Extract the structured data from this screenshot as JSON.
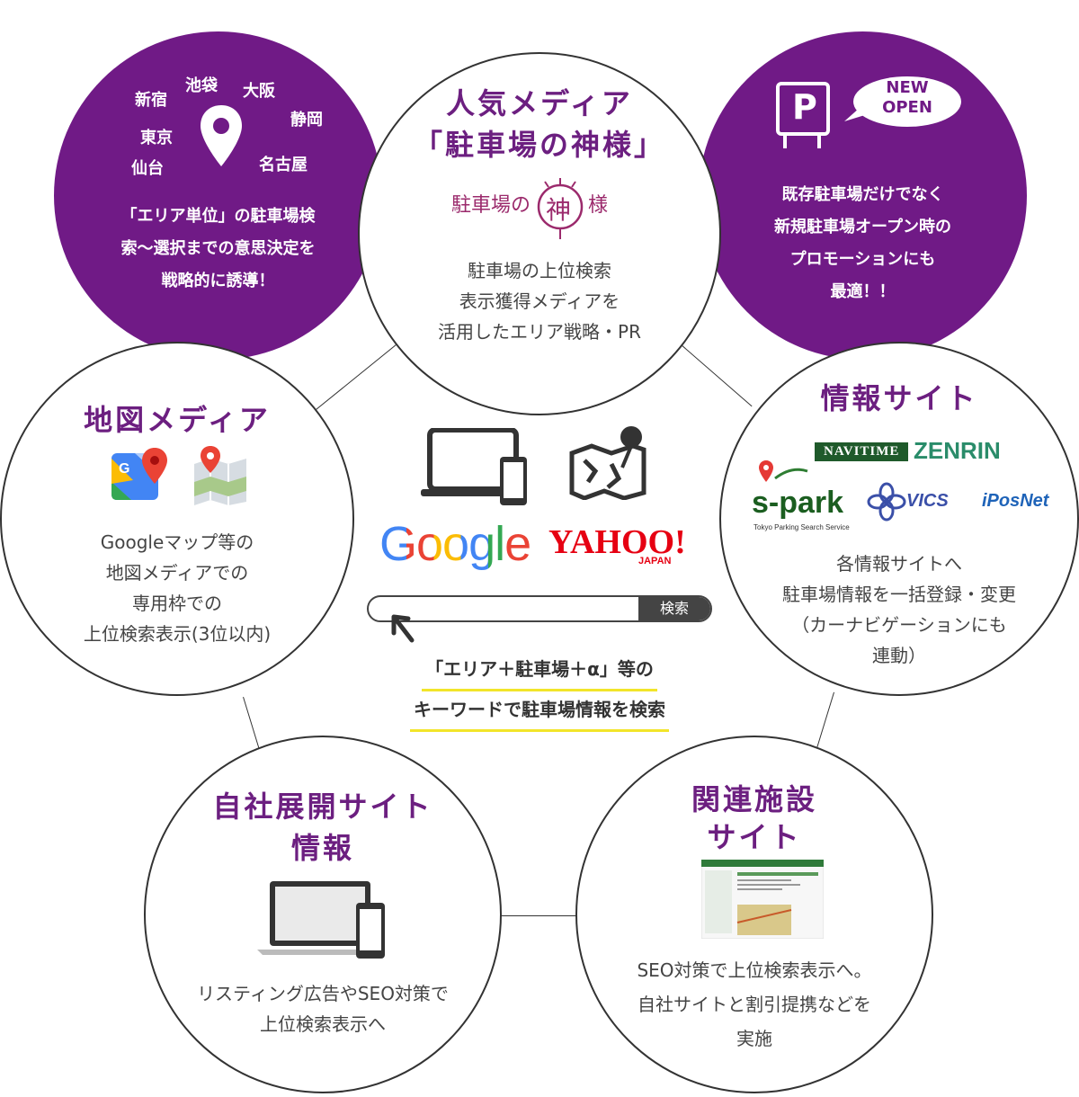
{
  "center_top": {
    "title_line1": "人気メディア",
    "title_line2": "「駐車場の神様」",
    "logo_text_a": "駐車場の",
    "logo_text_b": "神",
    "logo_text_c": "様",
    "body": [
      "駐車場の上位検索",
      "表示獲得メディアを",
      "活用したエリア戦略・PR"
    ]
  },
  "area": {
    "cities": [
      "新宿",
      "池袋",
      "大阪",
      "静岡",
      "東京",
      "仙台",
      "名古屋"
    ],
    "body": [
      "「エリア単位」の駐車場検",
      "索〜選択までの意思決定を",
      "戦略的に誘導！"
    ]
  },
  "new_open": {
    "parking_letter": "P",
    "bubble": [
      "NEW",
      "OPEN"
    ],
    "body": [
      "既存駐車場だけでなく",
      "新規駐車場オープン時の",
      "プロモーションにも",
      "最適！！"
    ]
  },
  "map_media": {
    "title": "地図メディア",
    "body": [
      "Googleマップ等の",
      "地図メディアでの",
      "専用枠での",
      "上位検索表示(3位以内)"
    ]
  },
  "info_site": {
    "title": "情報サイト",
    "logos": {
      "navitime": "NAVITIME",
      "zenrin": "ZENRIN",
      "spark": "s-park",
      "spark_sub": "Tokyo Parking Search Service",
      "vics": "VICS",
      "iposnet": "iPosNet"
    },
    "body": [
      "各情報サイトへ",
      "駐車場情報を一括登録・変更",
      "（カーナビゲーションにも",
      "連動）"
    ]
  },
  "own_site": {
    "title_line1": "自社展開サイト",
    "title_line2": "情報",
    "body": [
      "リスティング広告やSEO対策で",
      "上位検索表示へ"
    ]
  },
  "related": {
    "title_line1": "関連施設",
    "title_line2": "サイト",
    "body": [
      "SEO対策で上位検索表示へ。",
      "自社サイトと割引提携などを",
      "実施"
    ]
  },
  "center": {
    "google": "Google",
    "yahoo": "YAHOO!",
    "yahoo_japan": "JAPAN",
    "search_button": "検索",
    "caption_line1": "「エリア＋駐車場＋α」等の",
    "caption_line2": "キーワードで駐車場情報を検索"
  },
  "colors": {
    "purple": "#701a86",
    "title_purple": "#6c1f80",
    "highlight": "#f2e52a"
  }
}
